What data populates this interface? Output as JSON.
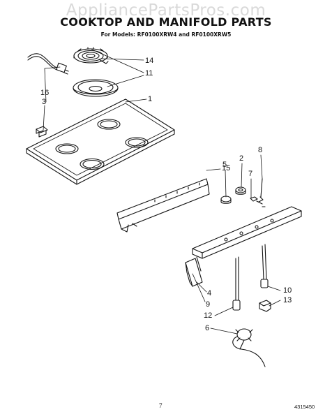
{
  "watermark": "AppliancePartsPros.com",
  "title": "COOKTOP AND MANIFOLD PARTS",
  "subtitle": "For Models: RF0100XRW4 and RF0100XRW5",
  "callouts": {
    "c14": "14",
    "c11": "11",
    "c1": "1",
    "c16": "16",
    "c3": "3",
    "c15": "15",
    "c5": "5",
    "c2": "2",
    "c7": "7",
    "c8": "8",
    "c4": "4",
    "c9": "9",
    "c10": "10",
    "c13": "13",
    "c12": "12",
    "c6": "6"
  },
  "page_number": "7",
  "doc_number": "4315450"
}
